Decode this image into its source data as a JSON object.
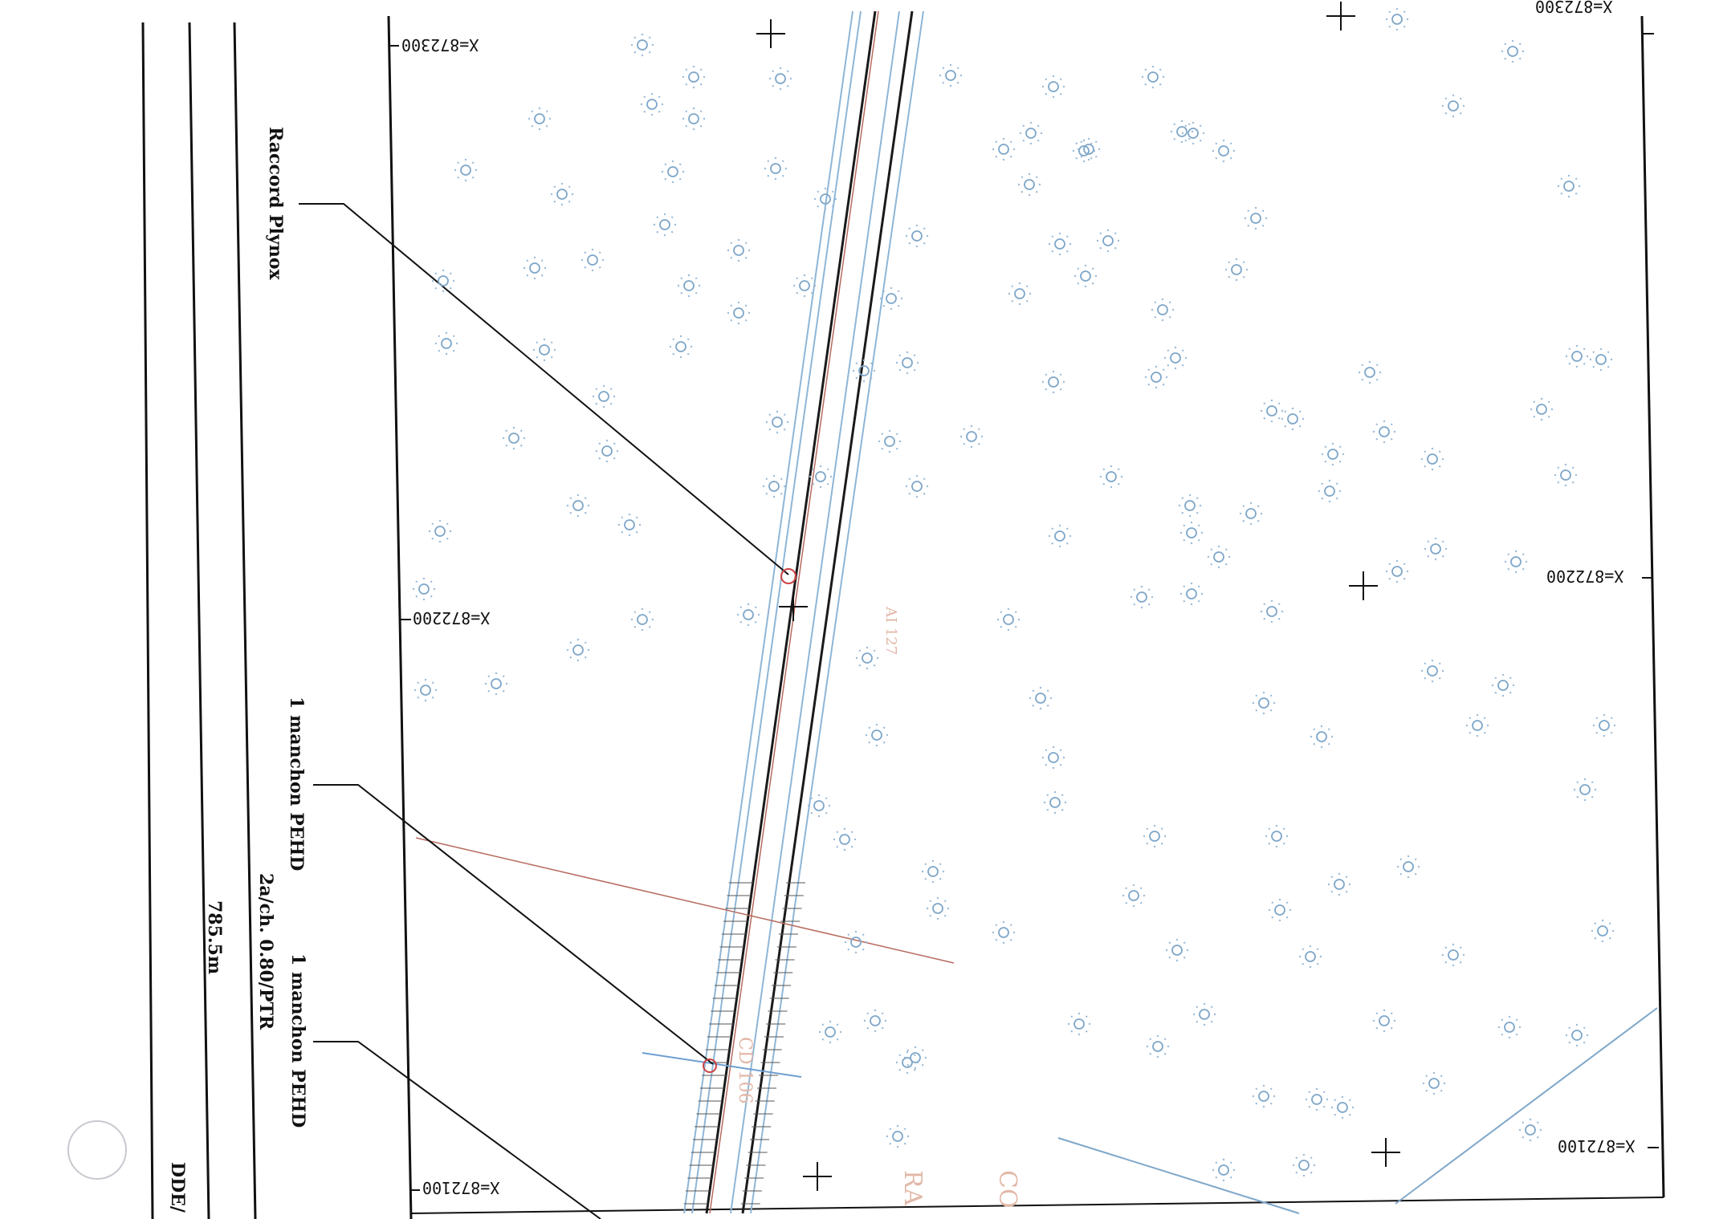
{
  "colors": {
    "frame": "#111111",
    "tree": "#7fa7c9",
    "road_edge": "#8fb6d6",
    "road_center": "#1a1a1a",
    "red_line": "#b76a5e",
    "faded_label": "#e2b8a8"
  },
  "coordinates": {
    "left_top": "X=872300",
    "left_mid": "X=872200",
    "left_bottom": "X=872100",
    "right_top": "X=872300",
    "right_mid": "X=872200",
    "right_bottom": "X=872100"
  },
  "annotations": {
    "raccord": "Raccord Plynox",
    "manchon_1": "1 manchon PEHD",
    "spacing": "2a/ch. 0.80/PTR",
    "manchon_2": "1 manchon PEHD",
    "length": "785.5m",
    "reference": "DDE/"
  },
  "faded_labels": {
    "road": "CD 106",
    "bottom_1": "RA",
    "bottom_2": "CO",
    "parcel": "AI 127"
  },
  "icons": [
    "grid-cross-icon",
    "tree-symbol-icon",
    "fitting-marker-icon"
  ]
}
